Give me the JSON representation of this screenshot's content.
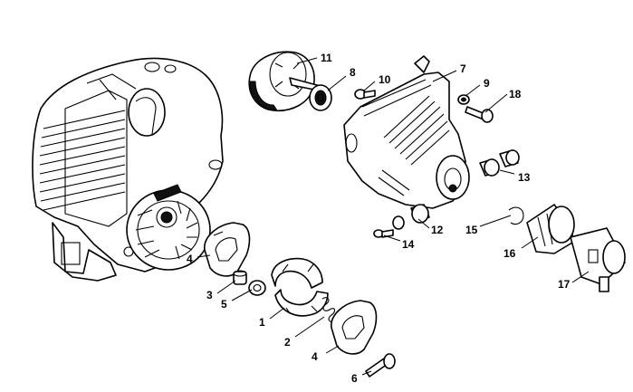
{
  "callouts": [
    {
      "id": "c1",
      "label": "1"
    },
    {
      "id": "c2",
      "label": "2"
    },
    {
      "id": "c3",
      "label": "3"
    },
    {
      "id": "c4a",
      "label": "4"
    },
    {
      "id": "c4b",
      "label": "4"
    },
    {
      "id": "c5",
      "label": "5"
    },
    {
      "id": "c6",
      "label": "6"
    },
    {
      "id": "c7",
      "label": "7"
    },
    {
      "id": "c8",
      "label": "8"
    },
    {
      "id": "c9",
      "label": "9"
    },
    {
      "id": "c10",
      "label": "10"
    },
    {
      "id": "c11",
      "label": "11"
    },
    {
      "id": "c12",
      "label": "12"
    },
    {
      "id": "c13",
      "label": "13"
    },
    {
      "id": "c14",
      "label": "14"
    },
    {
      "id": "c15",
      "label": "15"
    },
    {
      "id": "c16",
      "label": "16"
    },
    {
      "id": "c17",
      "label": "17"
    },
    {
      "id": "c18",
      "label": "18"
    }
  ],
  "colors": {
    "line": "#000000",
    "background": "#ffffff"
  }
}
